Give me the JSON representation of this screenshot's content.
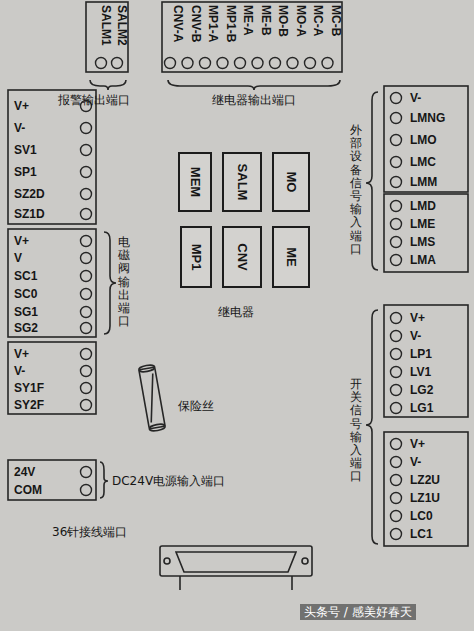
{
  "diagram": {
    "nodes": [
      {
        "text": [
          "MEM"
        ]
      },
      {
        "text": [
          "SALM"
        ]
      },
      {
        "text": [
          "MO"
        ]
      },
      {
        "text": [
          "MP1"
        ]
      },
      {
        "text": [
          "CNV"
        ]
      },
      {
        "text": [
          "ME"
        ]
      }
    ],
    "labels": [
      "SALM1",
      "SALM2",
      "报警输出端口",
      "CNV-A",
      "CNV-B",
      "MP1-A",
      "MP1-B",
      "ME-A",
      "ME-B",
      "MO-B",
      "MO-A",
      "MC-A",
      "MC-B",
      "继电器输出端口",
      "V+",
      "V-",
      "SV1",
      "SP1",
      "SZ2D",
      "SZ1D",
      "V+",
      "V",
      "SC1",
      "SC0",
      "SG1",
      "SG2",
      "电磁阀输出端口",
      "V+",
      "V-",
      "SY1F",
      "SY2F",
      "保险丝",
      "24V",
      "COM",
      "DC24V电源输入端口",
      "36针接线端口",
      "V-",
      "LMNG",
      "LMO",
      "LMC",
      "LMM",
      "LMD",
      "LME",
      "LMS",
      "LMA",
      "外部设备信号输入端口",
      "V+",
      "V-",
      "LP1",
      "LV1",
      "LG2",
      "LG1",
      "V+",
      "V-",
      "LZ2U",
      "LZ1U",
      "LC0",
      "LC1",
      "开关信号输入端口",
      "继电器",
      "头条号 / 感美好春天"
    ]
  }
}
